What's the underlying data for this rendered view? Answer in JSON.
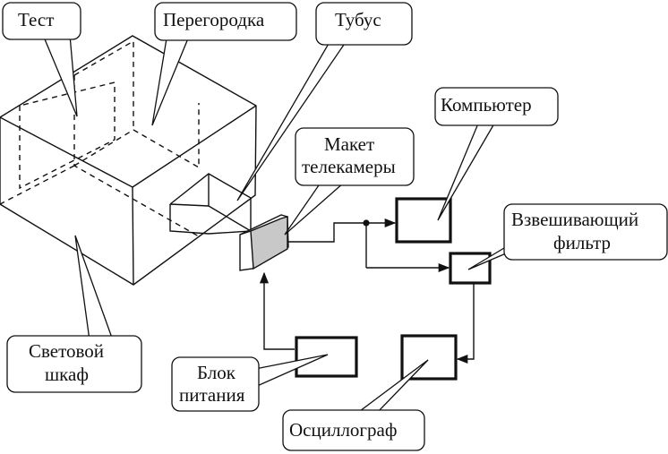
{
  "labels": {
    "test": "Тест",
    "partition": "Перегородка",
    "tube": "Тубус",
    "computer": "Компьютер",
    "camera_line1": "Макет",
    "camera_line2": "телекамеры",
    "filter_line1": "Взвешивающий",
    "filter_line2": "фильтр",
    "cabinet_line1": "Световой",
    "cabinet_line2": "шкаф",
    "power_line1": "Блок",
    "power_line2": "питания",
    "oscilloscope": "Осциллограф"
  },
  "colors": {
    "stroke": "#111111",
    "camera_fill": "#c8c8c8",
    "background": "#ffffff"
  }
}
